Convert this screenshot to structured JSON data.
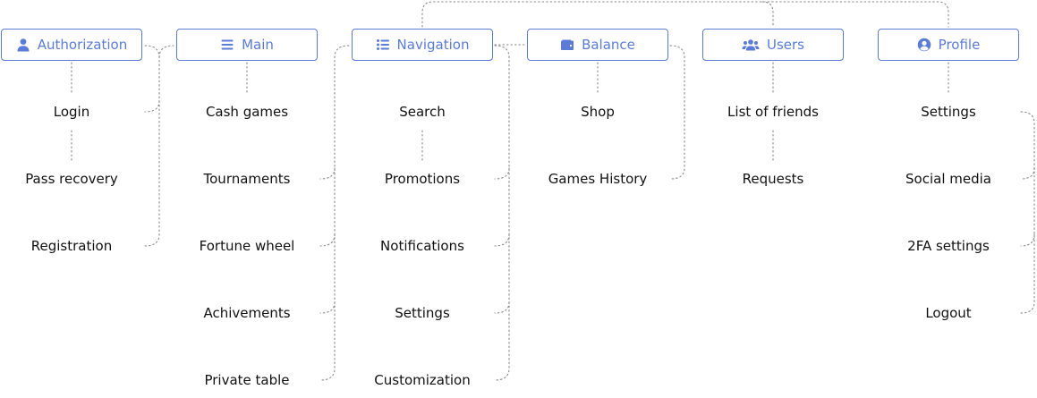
{
  "sections": [
    {
      "title": "Authorization",
      "icon": "user-icon",
      "items": [
        "Login",
        "Pass recovery",
        "Registration"
      ]
    },
    {
      "title": "Main",
      "icon": "menu-icon",
      "items": [
        "Cash games",
        "Tournaments",
        "Fortune wheel",
        "Achivements",
        "Private table"
      ]
    },
    {
      "title": "Navigation",
      "icon": "list-icon",
      "items": [
        "Search",
        "Promotions",
        "Notifications",
        "Settings",
        "Customization"
      ]
    },
    {
      "title": "Balance",
      "icon": "wallet-icon",
      "items": [
        "Shop",
        "Games History"
      ]
    },
    {
      "title": "Users",
      "icon": "users-icon",
      "items": [
        "List of friends",
        "Requests"
      ]
    },
    {
      "title": "Profile",
      "icon": "user-circle-icon",
      "items": [
        "Settings",
        "Social media",
        "2FA settings",
        "Logout"
      ]
    }
  ],
  "colors": {
    "accent": "#5b7bd6",
    "connector": "#8a8a8a",
    "text": "#111111"
  }
}
